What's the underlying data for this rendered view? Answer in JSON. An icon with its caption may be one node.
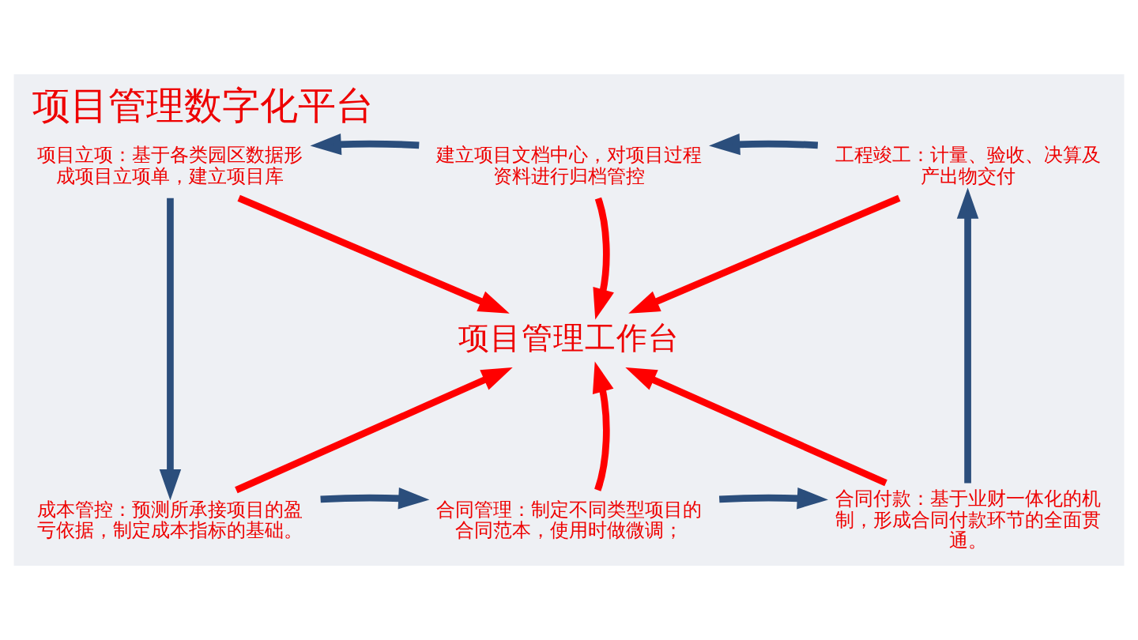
{
  "diagram": {
    "title": "项目管理数字化平台",
    "nodes": [
      {
        "text": [
          "项目立项：基于各类园区数据形成项目立项单，建立项目库"
        ]
      },
      {
        "text": [
          "建立项目文档中心，对项目过程资料进行归档管控"
        ]
      },
      {
        "text": [
          "工程竣工：计量、验收、决算及产出物交付"
        ]
      },
      {
        "text": [
          "项目管理工作台"
        ]
      },
      {
        "text": [
          "成本管控：预测所承接项目的盈亏依据，制定成本指标的基础。"
        ]
      },
      {
        "text": [
          "合同管理：制定不同类型项目的合同范本，使用时做微调；"
        ]
      },
      {
        "text": [
          "合同付款：基于业财一体化的机制，形成合同付款环节的全面贯通。"
        ]
      }
    ],
    "edges": [
      {
        "from": 2,
        "to": 1,
        "arrow": "to"
      },
      {
        "from": 1,
        "to": 0,
        "arrow": "to"
      },
      {
        "from": 0,
        "to": 4,
        "arrow": "to"
      },
      {
        "from": 4,
        "to": 5,
        "arrow": "to"
      },
      {
        "from": 5,
        "to": 6,
        "arrow": "to"
      },
      {
        "from": 6,
        "to": 2,
        "arrow": "to"
      },
      {
        "from": 0,
        "to": 3,
        "arrow": "to",
        "color": "#ff0000"
      },
      {
        "from": 1,
        "to": 3,
        "arrow": "to",
        "color": "#ff0000"
      },
      {
        "from": 2,
        "to": 3,
        "arrow": "to",
        "color": "#ff0000"
      },
      {
        "from": 4,
        "to": 3,
        "arrow": "to",
        "color": "#ff0000"
      },
      {
        "from": 5,
        "to": 3,
        "arrow": "to",
        "color": "#ff0000"
      },
      {
        "from": 6,
        "to": 3,
        "arrow": "to",
        "color": "#ff0000"
      }
    ]
  }
}
